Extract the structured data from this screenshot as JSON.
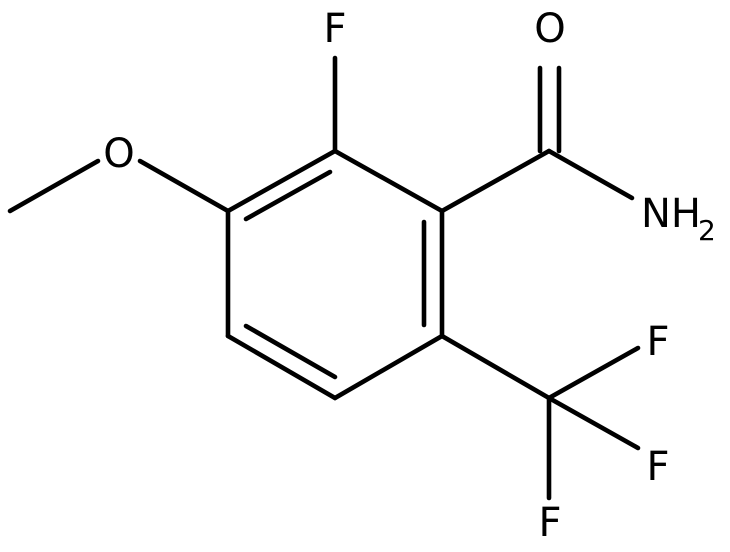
{
  "atoms": {
    "f_aromatic": "F",
    "o_carbonyl": "O",
    "o_methoxy": "O",
    "amide_n": "NH",
    "amide_n_subscript": "2",
    "cf3_f1": "F",
    "cf3_f2": "F",
    "cf3_f3": "F"
  },
  "colors": {
    "bond": "#000000",
    "label": "#000000",
    "background": "#ffffff"
  }
}
